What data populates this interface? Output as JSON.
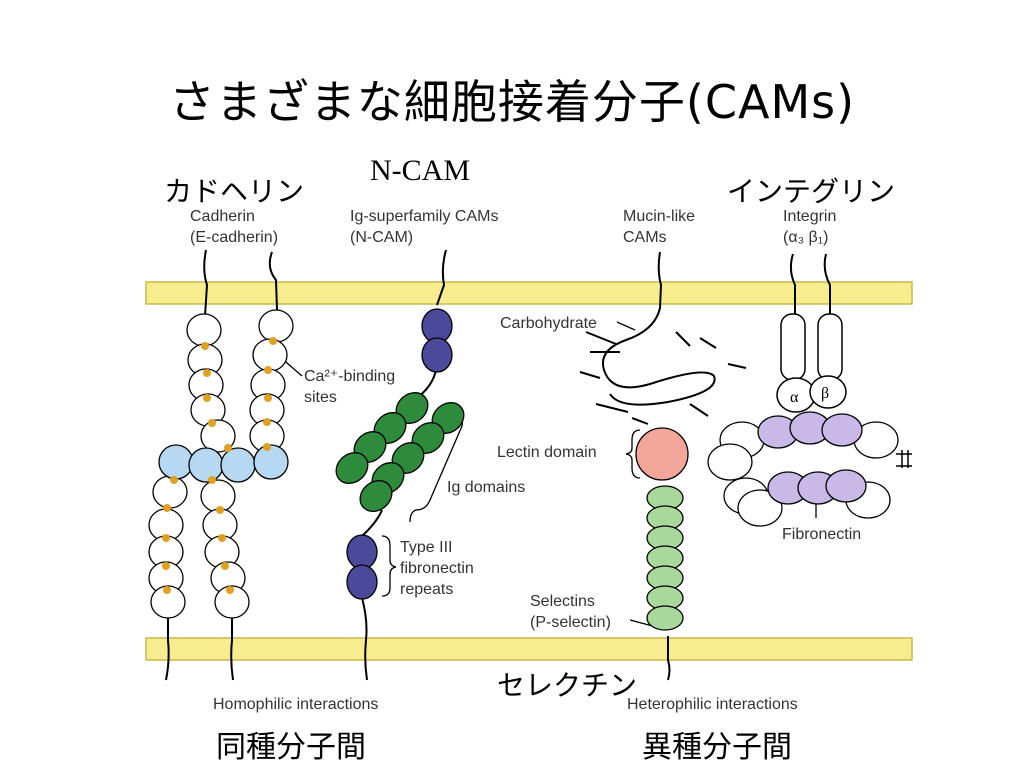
{
  "title": "さまざまな細胞接着分子(CAMs)",
  "jp_labels": {
    "cadherin": "カドヘリン",
    "ncam": "N-CAM",
    "integrin": "インテグリン",
    "selectin": "セレクチン",
    "homophilic": "同種分子間",
    "heterophilic": "異種分子間"
  },
  "labels": {
    "cadherin_line1": "Cadherin",
    "cadherin_line2": "(E-cadherin)",
    "ig_line1": "Ig-superfamily CAMs",
    "ig_line2": "(N-CAM)",
    "mucin_line1": "Mucin-like",
    "mucin_line2": "CAMs",
    "integrin_line1": "Integrin",
    "integrin_line2": "(α₃ β₁)",
    "ca_line1": "Ca²⁺-binding",
    "ca_line2": "sites",
    "carbohydrate": "Carbohydrate",
    "ig_domains": "Ig domains",
    "type3_line1": "Type III",
    "type3_line2": "fibronectin",
    "type3_line3": "repeats",
    "lectin_domain": "Lectin domain",
    "fibronectin": "Fibronectin",
    "selectins_line1": "Selectins",
    "selectins_line2": "(P-selectin)",
    "alpha": "α",
    "beta": "β",
    "homophilic_interactions": "Homophilic interactions",
    "heterophilic_interactions": "Heterophilic interactions"
  },
  "colors": {
    "membrane": "#f7ec8e",
    "membrane_edge": "#c9b94a",
    "ca_site": "#e0a020",
    "cadherin_contact": "#b6d8f2",
    "ncam_ig": "#2e8b3c",
    "ncam_fn": "#4b4a9a",
    "lectin": "#f3a79a",
    "selectin_body": "#a8d89a",
    "fibronectin": "#c8b9e6"
  }
}
